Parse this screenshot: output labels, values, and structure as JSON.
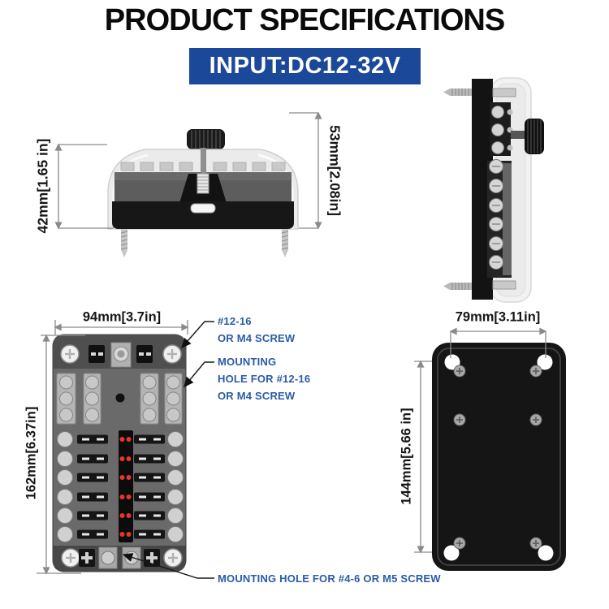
{
  "title": "PRODUCT SPECIFICATIONS",
  "banner": {
    "label": "INPUT:DC12-32V"
  },
  "dimensions": {
    "front_height": "42mm[1.65 in]",
    "front_total_height": "53mm[2.08in]",
    "top_width": "94mm[3.7in]",
    "top_height": "162mm[6.37in]",
    "back_width": "79mm[3.11in]",
    "back_height": "144mm[5.66 in]"
  },
  "annotations": {
    "screw_note_line1": "#12-16",
    "screw_note_line2": "OR M4 SCREW",
    "mounting_note_line1": "MOUNTING",
    "mounting_note_line2": "HOLE FOR #12-16",
    "mounting_note_line3": "OR M4 SCREW",
    "bottom_note": "MOUNTING HOLE FOR #4-6 OR M5 SCREW"
  },
  "device": {
    "fuse_rows": 6,
    "leds_per_row": 2
  },
  "colors": {
    "banner_blue": "#1c4899",
    "annotation_blue": "#2a5ba8",
    "led_red": "#e8352a"
  }
}
